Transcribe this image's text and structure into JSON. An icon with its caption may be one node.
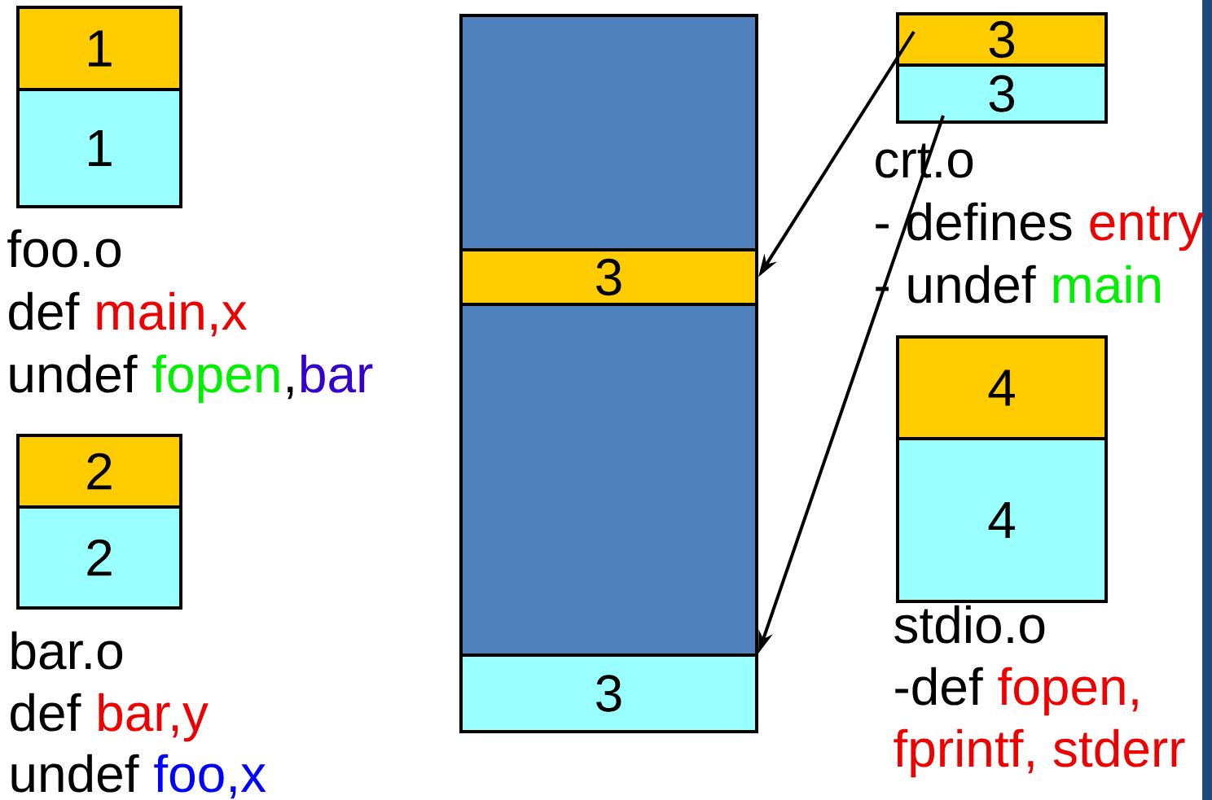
{
  "diagram": {
    "nodes": [
      {
        "text": [
          "1"
        ]
      },
      {
        "text": [
          "1"
        ]
      },
      {
        "text": [
          "2"
        ]
      },
      {
        "text": [
          "2"
        ]
      },
      {
        "text": [],
        "shape": "box"
      },
      {
        "text": [
          "3"
        ]
      },
      {
        "text": [],
        "shape": "box"
      },
      {
        "text": [
          "3"
        ]
      },
      {
        "text": [
          "3"
        ]
      },
      {
        "text": [
          "3"
        ]
      },
      {
        "text": [
          "4"
        ]
      },
      {
        "text": [
          "4"
        ]
      }
    ],
    "edges": [
      {
        "from": 8,
        "to": 5,
        "arrow": "to"
      },
      {
        "from": 9,
        "to": 7,
        "arrow": "to"
      }
    ],
    "labels": [
      "foo.o",
      "def",
      "main,x",
      "undef",
      "fopen",
      ",",
      "bar",
      "bar.o",
      "def",
      "bar,y",
      "undef",
      "foo,x",
      "crt.o",
      "- defines",
      "entry",
      "- undef",
      "main",
      "stdio.o",
      "-def",
      "fopen,",
      "fprintf, stderr"
    ]
  }
}
